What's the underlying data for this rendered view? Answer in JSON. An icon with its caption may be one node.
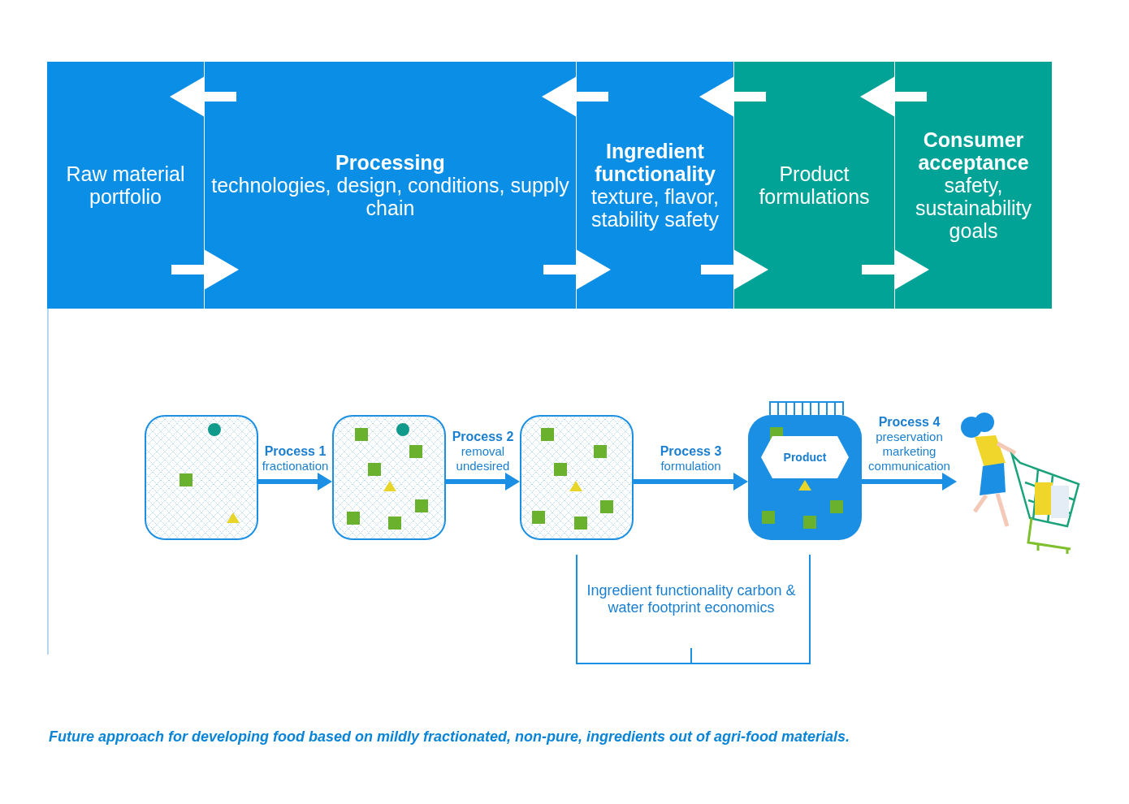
{
  "diagram": {
    "caption": "Future approach for developing food based on mildly fractionated, non-pure, ingredients out of agri-food materials.",
    "nodes": [
      {
        "text": [
          "Raw material portfolio"
        ]
      },
      {
        "text": [
          "Processing",
          "technologies, design, conditions, supply chain"
        ]
      },
      {
        "text": [
          "Ingredient functionality",
          "texture, flavor, stability safety"
        ]
      },
      {
        "text": [
          "Product formulations"
        ]
      },
      {
        "text": [
          "Consumer acceptance",
          "safety, sustainability goals"
        ]
      },
      {
        "text": [],
        "shape": "box"
      },
      {
        "text": [],
        "shape": "box"
      },
      {
        "text": [],
        "shape": "box"
      },
      {
        "text": [
          "Product"
        ]
      },
      {
        "text": [],
        "shape": "person"
      }
    ],
    "edges": [
      {
        "from": 0,
        "to": 1,
        "arrow": "to"
      },
      {
        "from": 1,
        "to": 0,
        "arrow": "to"
      },
      {
        "from": 1,
        "to": 2,
        "arrow": "to"
      },
      {
        "from": 2,
        "to": 1,
        "arrow": "to"
      },
      {
        "from": 2,
        "to": 3,
        "arrow": "to"
      },
      {
        "from": 3,
        "to": 2,
        "arrow": "to"
      },
      {
        "from": 3,
        "to": 4,
        "arrow": "to"
      },
      {
        "from": 4,
        "to": 3,
        "arrow": "to"
      },
      {
        "from": 5,
        "to": 6,
        "arrow": "to",
        "label": "Process 1 fractionation",
        "color": "#1a8fe3"
      },
      {
        "from": 6,
        "to": 7,
        "arrow": "to",
        "label": "Process 2 removal undesired",
        "color": "#1a8fe3"
      },
      {
        "from": 7,
        "to": 8,
        "arrow": "to",
        "label": "Process 3 formulation",
        "color": "#1a8fe3"
      },
      {
        "from": 8,
        "to": 9,
        "arrow": "to",
        "label": "Process 4 preservation marketing communication",
        "color": "#1a8fe3"
      }
    ],
    "labels": [
      "Ingredient functionality carbon & water footprint economics"
    ]
  }
}
